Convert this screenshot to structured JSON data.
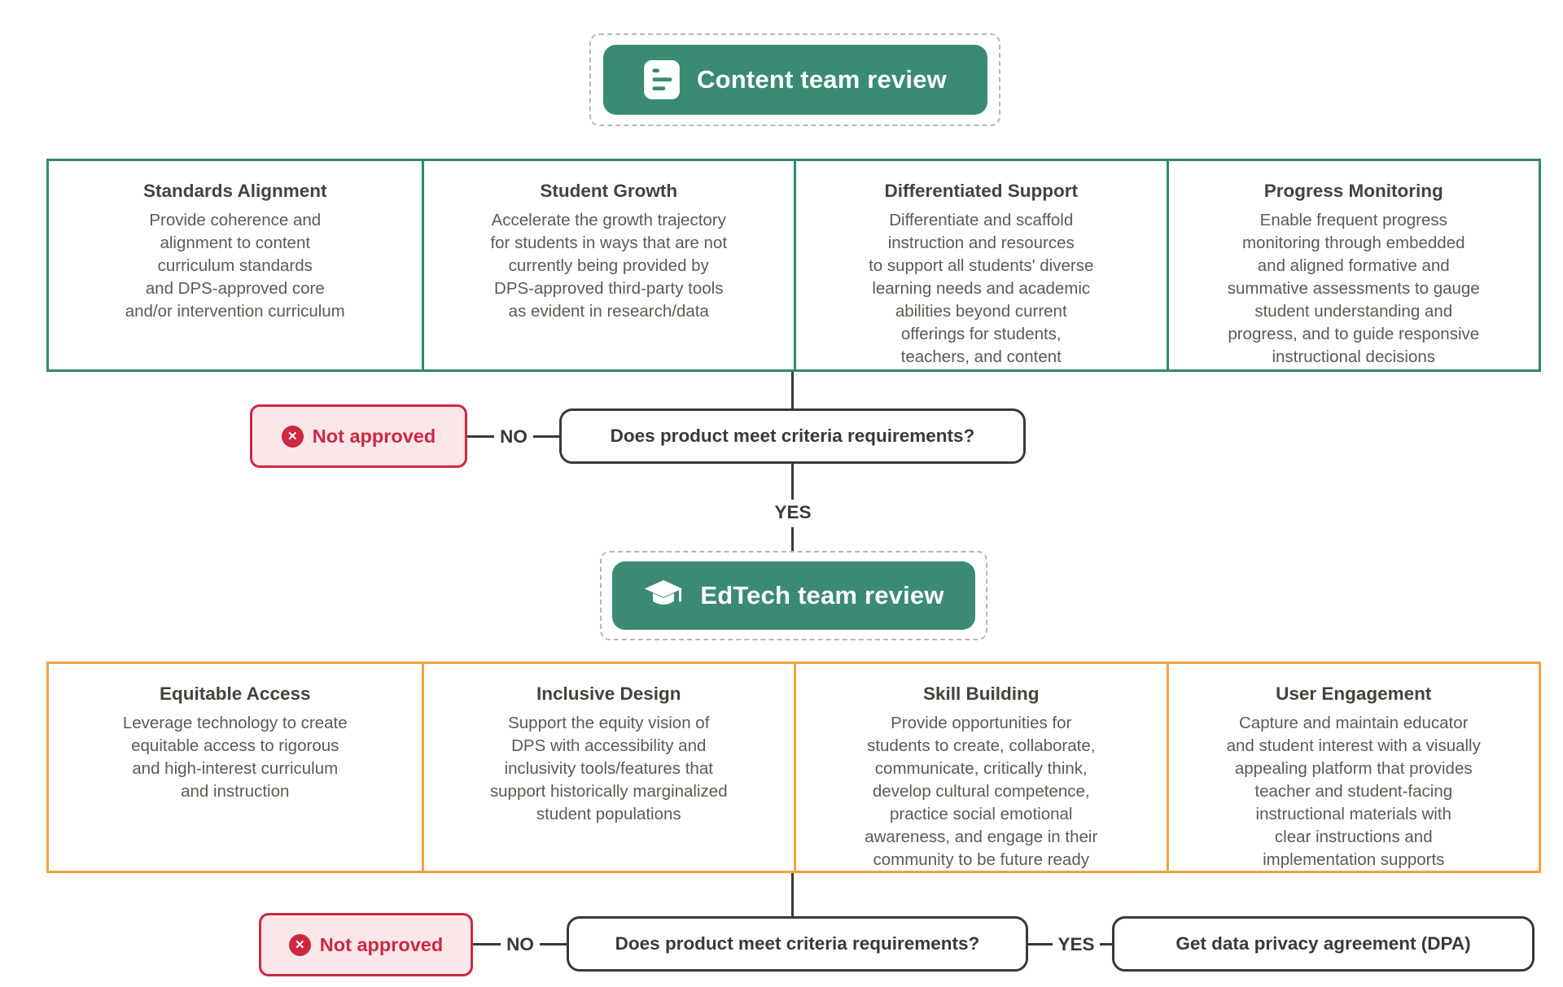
{
  "stages": {
    "content": {
      "label": "Content team review",
      "icon": "document-list-icon"
    },
    "edtech": {
      "label": "EdTech team review",
      "icon": "graduation-cap-icon"
    }
  },
  "content_criteria": [
    {
      "title": "Standards Alignment",
      "description": "Provide coherence and\nalignment to content\ncurriculum standards\nand DPS-approved core\nand/or intervention curriculum"
    },
    {
      "title": "Student Growth",
      "description": "Accelerate the growth trajectory\nfor students in ways that are not\ncurrently being provided by\nDPS-approved third-party tools\nas evident in research/data"
    },
    {
      "title": "Differentiated Support",
      "description": "Differentiate and scaffold\ninstruction and resources\nto support all students' diverse\nlearning needs and academic\nabilities beyond current\nofferings for students,\nteachers, and content"
    },
    {
      "title": "Progress Monitoring",
      "description": "Enable frequent progress\nmonitoring through embedded\nand aligned formative and\nsummative assessments to gauge\nstudent understanding and\nprogress, and to guide responsive\ninstructional decisions"
    }
  ],
  "edtech_criteria": [
    {
      "title": "Equitable Access",
      "description": "Leverage technology to create\nequitable access to rigorous\nand high-interest curriculum\nand instruction"
    },
    {
      "title": "Inclusive Design",
      "description": "Support the equity vision of\nDPS with accessibility and\ninclusivity tools/features that\nsupport historically marginalized\nstudent populations"
    },
    {
      "title": "Skill Building",
      "description": "Provide opportunities for\nstudents to create, collaborate,\ncommunicate, critically think,\ndevelop cultural competence,\npractice social emotional\nawareness, and engage in their\ncommunity to be future ready"
    },
    {
      "title": "User Engagement",
      "description": "Capture and maintain educator\nand student interest with a visually\nappealing platform that provides\nteacher and student-facing\ninstructional materials with\nclear instructions and\nimplementation supports"
    }
  ],
  "decision1": {
    "question": "Does product meet criteria requirements?",
    "no_label": "NO",
    "yes_label": "YES",
    "not_approved_label": "Not approved"
  },
  "decision2": {
    "question": "Does product meet criteria requirements?",
    "no_label": "NO",
    "yes_label": "YES",
    "not_approved_label": "Not approved",
    "approved_label": "Get data privacy agreement (DPA)"
  },
  "icons": {
    "x_circle_glyph": "✕"
  },
  "colors": {
    "teal": "#3a8a74",
    "orange": "#f2a243",
    "red": "#cd2840",
    "pink": "#fbe7ea",
    "line_dark": "#3b3935",
    "body_text": "#5d5a52",
    "dashed_border": "#b5b5c3"
  }
}
